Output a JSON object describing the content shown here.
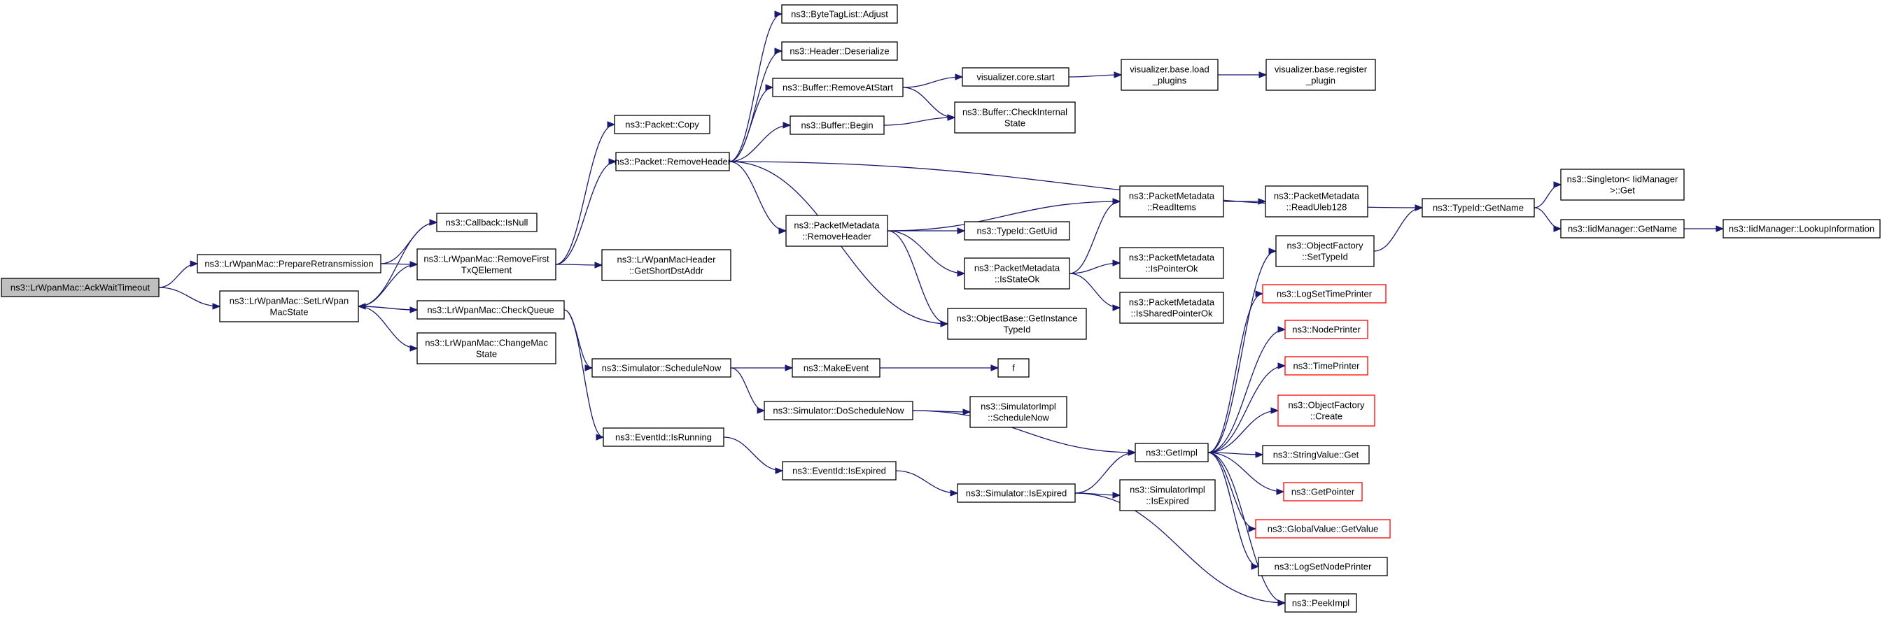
{
  "graph": {
    "title": "",
    "edge_color": "#191970",
    "broken_link_color": "#ff0000",
    "nodes": [
      {
        "id": "n0",
        "lines": [
          "ns3::LrWpanMac::AckWaitTimeout"
        ],
        "style": "root"
      },
      {
        "id": "n1",
        "lines": [
          "ns3::LrWpanMac::PrepareRetransmission"
        ],
        "style": "normal"
      },
      {
        "id": "n2",
        "lines": [
          "ns3::LrWpanMac::SetLrWpan",
          "MacState"
        ],
        "style": "normal"
      },
      {
        "id": "n3",
        "lines": [
          "ns3::Callback::IsNull"
        ],
        "style": "normal"
      },
      {
        "id": "n4",
        "lines": [
          "ns3::LrWpanMac::RemoveFirst",
          "TxQElement"
        ],
        "style": "normal"
      },
      {
        "id": "n5",
        "lines": [
          "ns3::LrWpanMac::CheckQueue"
        ],
        "style": "normal"
      },
      {
        "id": "n6",
        "lines": [
          "ns3::LrWpanMac::ChangeMac",
          "State"
        ],
        "style": "normal"
      },
      {
        "id": "n7",
        "lines": [
          "ns3::Packet::Copy"
        ],
        "style": "normal"
      },
      {
        "id": "n8",
        "lines": [
          "ns3::Packet::RemoveHeader"
        ],
        "style": "normal"
      },
      {
        "id": "n9",
        "lines": [
          "ns3::LrWpanMacHeader",
          "::GetShortDstAddr"
        ],
        "style": "normal"
      },
      {
        "id": "n10",
        "lines": [
          "ns3::Simulator::ScheduleNow"
        ],
        "style": "normal"
      },
      {
        "id": "n11",
        "lines": [
          "ns3::EventId::IsRunning"
        ],
        "style": "normal"
      },
      {
        "id": "n12",
        "lines": [
          "ns3::ByteTagList::Adjust"
        ],
        "style": "normal"
      },
      {
        "id": "n13",
        "lines": [
          "ns3::Header::Deserialize"
        ],
        "style": "normal"
      },
      {
        "id": "n14",
        "lines": [
          "ns3::Buffer::RemoveAtStart"
        ],
        "style": "normal"
      },
      {
        "id": "n15",
        "lines": [
          "ns3::Buffer::Begin"
        ],
        "style": "normal"
      },
      {
        "id": "n16",
        "lines": [
          "ns3::PacketMetadata",
          "::RemoveHeader"
        ],
        "style": "normal"
      },
      {
        "id": "n17",
        "lines": [
          "ns3::MakeEvent"
        ],
        "style": "normal"
      },
      {
        "id": "n18",
        "lines": [
          "ns3::Simulator::DoScheduleNow"
        ],
        "style": "normal"
      },
      {
        "id": "n19",
        "lines": [
          "ns3::EventId::IsExpired"
        ],
        "style": "normal"
      },
      {
        "id": "n20",
        "lines": [
          "visualizer.core.start"
        ],
        "style": "normal"
      },
      {
        "id": "n21",
        "lines": [
          "ns3::Buffer::CheckInternal",
          "State"
        ],
        "style": "normal"
      },
      {
        "id": "n22",
        "lines": [
          "ns3::TypeId::GetUid"
        ],
        "style": "normal"
      },
      {
        "id": "n23",
        "lines": [
          "ns3::PacketMetadata",
          "::IsStateOk"
        ],
        "style": "normal"
      },
      {
        "id": "n24",
        "lines": [
          "ns3::ObjectBase::GetInstance",
          "TypeId"
        ],
        "style": "normal"
      },
      {
        "id": "n25",
        "lines": [
          "f"
        ],
        "style": "normal"
      },
      {
        "id": "n26",
        "lines": [
          "ns3::SimulatorImpl",
          "::ScheduleNow"
        ],
        "style": "normal"
      },
      {
        "id": "n27",
        "lines": [
          "ns3::Simulator::IsExpired"
        ],
        "style": "normal"
      },
      {
        "id": "n28",
        "lines": [
          "visualizer.base.load",
          "_plugins"
        ],
        "style": "normal"
      },
      {
        "id": "n29",
        "lines": [
          "ns3::PacketMetadata",
          "::ReadItems"
        ],
        "style": "normal"
      },
      {
        "id": "n30",
        "lines": [
          "ns3::PacketMetadata",
          "::IsPointerOk"
        ],
        "style": "normal"
      },
      {
        "id": "n31",
        "lines": [
          "ns3::PacketMetadata",
          "::IsSharedPointerOk"
        ],
        "style": "normal"
      },
      {
        "id": "n32",
        "lines": [
          "ns3::GetImpl"
        ],
        "style": "normal"
      },
      {
        "id": "n33",
        "lines": [
          "ns3::SimulatorImpl",
          "::IsExpired"
        ],
        "style": "normal"
      },
      {
        "id": "n34",
        "lines": [
          "visualizer.base.register",
          "_plugin"
        ],
        "style": "normal"
      },
      {
        "id": "n35",
        "lines": [
          "ns3::PacketMetadata",
          "::ReadUleb128"
        ],
        "style": "normal"
      },
      {
        "id": "n36",
        "lines": [
          "ns3::ObjectFactory",
          "::SetTypeId"
        ],
        "style": "normal"
      },
      {
        "id": "n37",
        "lines": [
          "ns3::LogSetTimePrinter"
        ],
        "style": "red"
      },
      {
        "id": "n38",
        "lines": [
          "ns3::NodePrinter"
        ],
        "style": "red"
      },
      {
        "id": "n39",
        "lines": [
          "ns3::TimePrinter"
        ],
        "style": "red"
      },
      {
        "id": "n40",
        "lines": [
          "ns3::ObjectFactory",
          "::Create"
        ],
        "style": "red"
      },
      {
        "id": "n41",
        "lines": [
          "ns3::StringValue::Get"
        ],
        "style": "normal"
      },
      {
        "id": "n42",
        "lines": [
          "ns3::GetPointer"
        ],
        "style": "red"
      },
      {
        "id": "n43",
        "lines": [
          "ns3::GlobalValue::GetValue"
        ],
        "style": "red"
      },
      {
        "id": "n44",
        "lines": [
          "ns3::LogSetNodePrinter"
        ],
        "style": "normal"
      },
      {
        "id": "n45",
        "lines": [
          "ns3::PeekImpl"
        ],
        "style": "normal"
      },
      {
        "id": "n46",
        "lines": [
          "ns3::TypeId::GetName"
        ],
        "style": "normal"
      },
      {
        "id": "n47",
        "lines": [
          "ns3::Singleton< IidManager",
          " >::Get"
        ],
        "style": "normal"
      },
      {
        "id": "n48",
        "lines": [
          "ns3::IidManager::GetName"
        ],
        "style": "normal"
      },
      {
        "id": "n49",
        "lines": [
          "ns3::IidManager::LookupInformation"
        ],
        "style": "normal"
      }
    ],
    "edges": [
      {
        "from": "n0",
        "to": "n1"
      },
      {
        "from": "n0",
        "to": "n2"
      },
      {
        "from": "n1",
        "to": "n3"
      },
      {
        "from": "n1",
        "to": "n4"
      },
      {
        "from": "n2",
        "to": "n3"
      },
      {
        "from": "n2",
        "to": "n4"
      },
      {
        "from": "n2",
        "to": "n5"
      },
      {
        "from": "n2",
        "to": "n6"
      },
      {
        "from": "n5",
        "to": "n2"
      },
      {
        "from": "n4",
        "to": "n7"
      },
      {
        "from": "n4",
        "to": "n8"
      },
      {
        "from": "n4",
        "to": "n9"
      },
      {
        "from": "n5",
        "to": "n10"
      },
      {
        "from": "n5",
        "to": "n11"
      },
      {
        "from": "n8",
        "to": "n12"
      },
      {
        "from": "n8",
        "to": "n13"
      },
      {
        "from": "n8",
        "to": "n14"
      },
      {
        "from": "n8",
        "to": "n15"
      },
      {
        "from": "n8",
        "to": "n16"
      },
      {
        "from": "n8",
        "to": "n46"
      },
      {
        "from": "n8",
        "to": "n24"
      },
      {
        "from": "n14",
        "to": "n20"
      },
      {
        "from": "n14",
        "to": "n21"
      },
      {
        "from": "n15",
        "to": "n21"
      },
      {
        "from": "n20",
        "to": "n28"
      },
      {
        "from": "n28",
        "to": "n34"
      },
      {
        "from": "n16",
        "to": "n29"
      },
      {
        "from": "n16",
        "to": "n22"
      },
      {
        "from": "n16",
        "to": "n23"
      },
      {
        "from": "n16",
        "to": "n24"
      },
      {
        "from": "n23",
        "to": "n29"
      },
      {
        "from": "n23",
        "to": "n30"
      },
      {
        "from": "n23",
        "to": "n31"
      },
      {
        "from": "n29",
        "to": "n35"
      },
      {
        "from": "n10",
        "to": "n17"
      },
      {
        "from": "n10",
        "to": "n18"
      },
      {
        "from": "n17",
        "to": "n25"
      },
      {
        "from": "n18",
        "to": "n26"
      },
      {
        "from": "n18",
        "to": "n32"
      },
      {
        "from": "n11",
        "to": "n19"
      },
      {
        "from": "n19",
        "to": "n27"
      },
      {
        "from": "n27",
        "to": "n32"
      },
      {
        "from": "n27",
        "to": "n33"
      },
      {
        "from": "n27",
        "to": "n45"
      },
      {
        "from": "n32",
        "to": "n36"
      },
      {
        "from": "n32",
        "to": "n37"
      },
      {
        "from": "n32",
        "to": "n38"
      },
      {
        "from": "n32",
        "to": "n39"
      },
      {
        "from": "n32",
        "to": "n40"
      },
      {
        "from": "n32",
        "to": "n41"
      },
      {
        "from": "n32",
        "to": "n42"
      },
      {
        "from": "n32",
        "to": "n43"
      },
      {
        "from": "n32",
        "to": "n44"
      },
      {
        "from": "n32",
        "to": "n45"
      },
      {
        "from": "n36",
        "to": "n46"
      },
      {
        "from": "n46",
        "to": "n47"
      },
      {
        "from": "n46",
        "to": "n48"
      },
      {
        "from": "n48",
        "to": "n49"
      }
    ]
  }
}
